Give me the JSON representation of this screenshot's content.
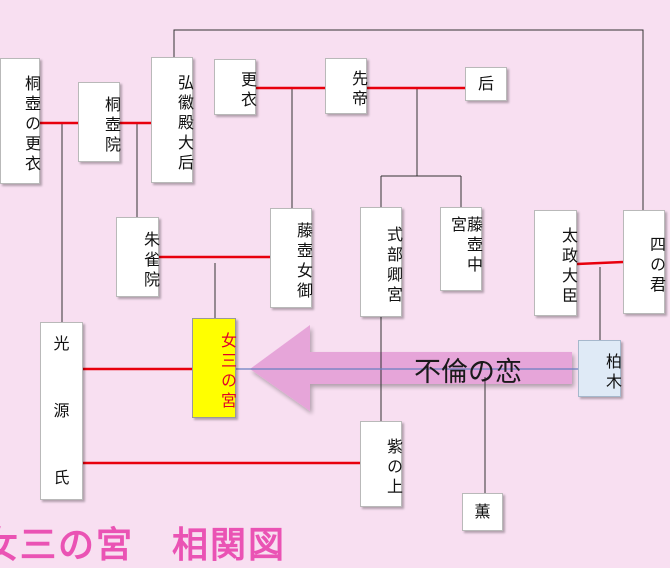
{
  "colors": {
    "background": "#f8dff1",
    "marriage_line": "#e8000d",
    "lineage_line": "#333333",
    "arrow": "#e6a2d8",
    "highlight_box": "#ffff00",
    "highlight_text": "#e0002a",
    "blue_box": "#dfeaf6",
    "title_color": "#ea53b4"
  },
  "nodes": {
    "kiritsubo_koi": "桐壺の更衣",
    "kiritsubo_in": "桐壺院",
    "kokiden": "弘徽殿大后",
    "koi": "更衣",
    "sentei": "先帝",
    "kisaki": "后",
    "suzaku_in": "朱雀院",
    "fujitsubo_nyogo": "藤壺女御",
    "shikibukyo_no_miya": "式部卿宮",
    "fujitsubo_chugu": "藤壺中宮",
    "dajo_daijin": "太政大臣",
    "yon_no_kimi": "四の君",
    "hikaru_genji": [
      "光",
      "源",
      "氏"
    ],
    "onna_san_no_miya": "女三の宮",
    "kashiwagi": "柏木",
    "murasaki_no_ue": "紫の上",
    "kaoru": "薫"
  },
  "annotations": {
    "forbidden_love": "不倫の恋"
  },
  "title": {
    "main": "女三の宮　相関図"
  }
}
